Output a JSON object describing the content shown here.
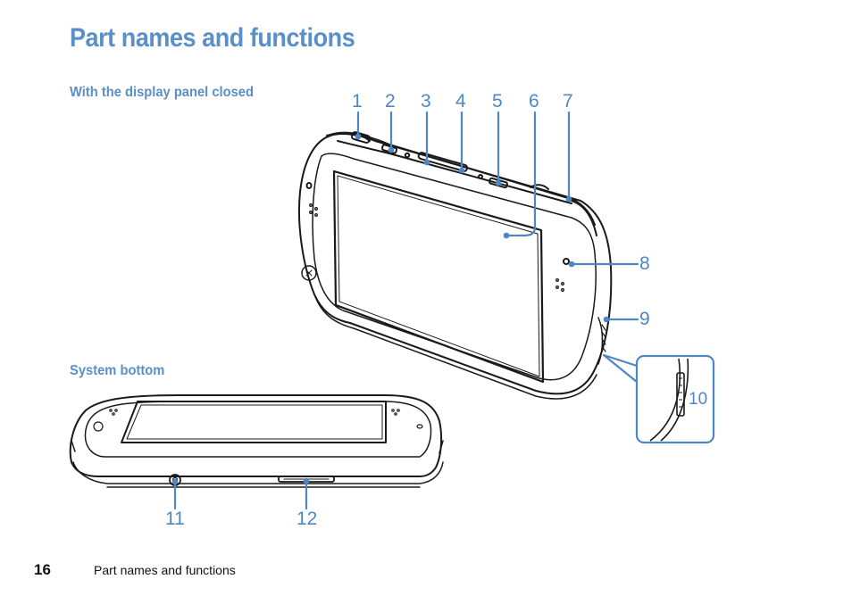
{
  "page": {
    "title": "Part names and functions",
    "section_closed": "With the display panel closed",
    "section_bottom": "System bottom"
  },
  "callouts": {
    "c1": "1",
    "c2": "2",
    "c3": "3",
    "c4": "4",
    "c5": "5",
    "c6": "6",
    "c7": "7",
    "c8": "8",
    "c9": "9",
    "c10": "10",
    "c11": "11",
    "c12": "12"
  },
  "footer": {
    "page_number": "16",
    "running_title": "Part names and functions"
  },
  "colors": {
    "heading": "#5b8fc8",
    "callout": "#4f86c4",
    "line_art": "#1a1a1a"
  }
}
